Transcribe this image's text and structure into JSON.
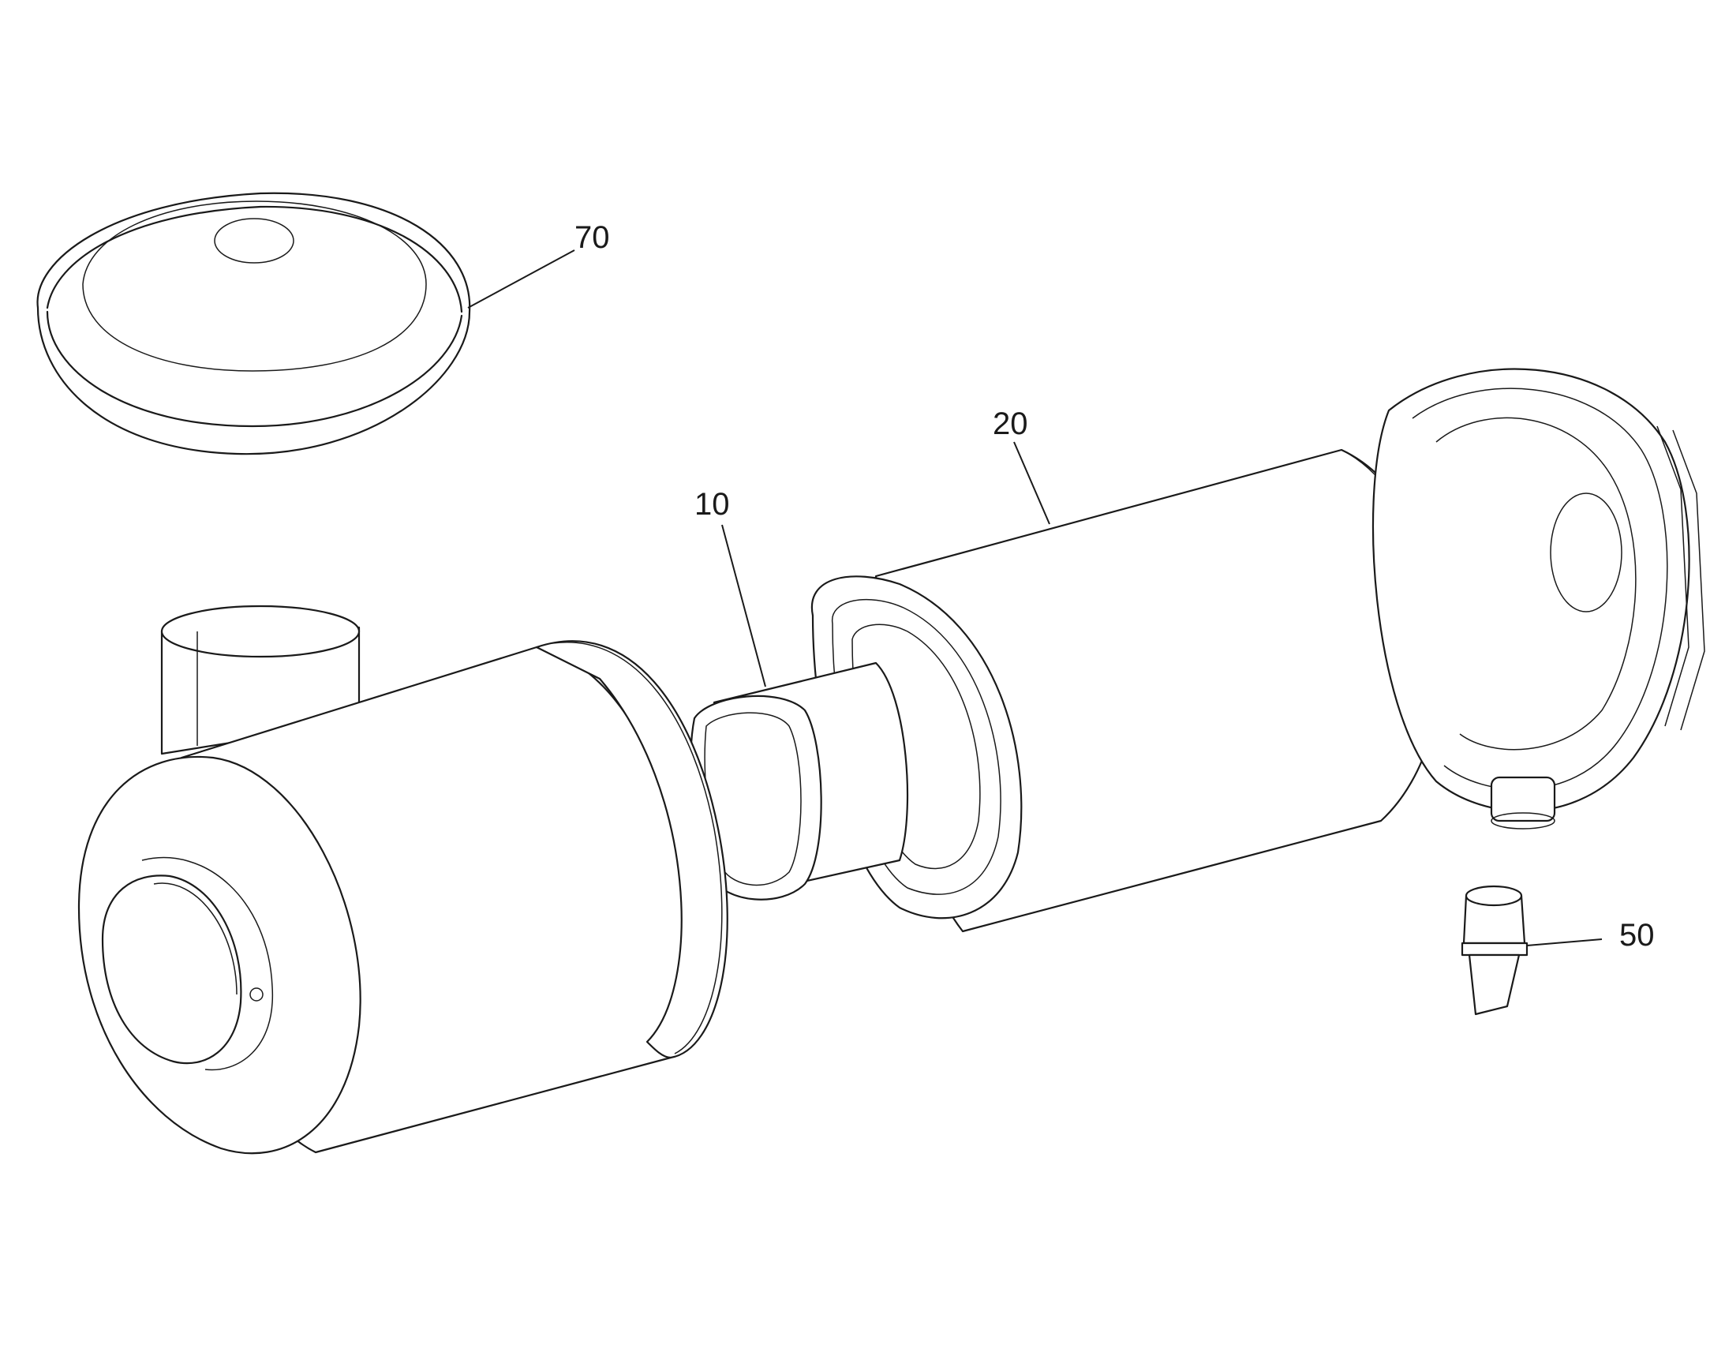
{
  "figure": {
    "callouts": [
      {
        "id": "ref-70",
        "label": "70"
      },
      {
        "id": "ref-20",
        "label": "20"
      },
      {
        "id": "ref-10",
        "label": "10"
      },
      {
        "id": "ref-50",
        "label": "50"
      }
    ]
  }
}
